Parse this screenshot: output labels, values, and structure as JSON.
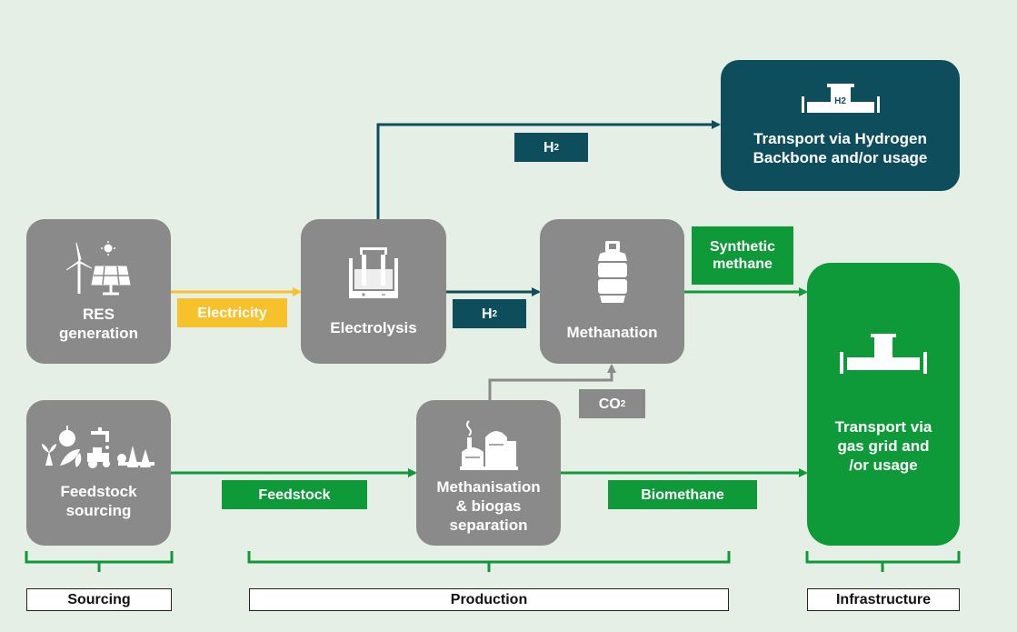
{
  "colors": {
    "background": "#e6efe5",
    "process_gray": "#8a8a8a",
    "hydrogen_teal": "#0e4d5c",
    "gas_green": "#0f9a3a",
    "electricity_yellow": "#f6c12b"
  },
  "nodes": {
    "res": {
      "line1": "RES",
      "line2": "generation",
      "icon": "wind-solar-icon"
    },
    "electrolysis": {
      "label": "Electrolysis",
      "icon": "electrolysis-cell-icon"
    },
    "methanation": {
      "label": "Methanation",
      "icon": "gas-cylinder-icon"
    },
    "feedstock": {
      "line1": "Feedstock",
      "line2": "sourcing",
      "icon": "feedstock-icon"
    },
    "methanisation": {
      "line1": "Methanisation",
      "line2": "& biogas",
      "line3": "separation",
      "icon": "biogas-plant-icon"
    },
    "hydrogen_backbone": {
      "line1": "Transport via Hydrogen",
      "line2": "Backbone and/or usage",
      "icon": "h2-pipeline-icon",
      "pipe_label": "H2"
    },
    "gas_grid": {
      "line1": "Transport via",
      "line2": "gas grid and",
      "line3": "/or usage",
      "icon": "gas-pipeline-icon"
    }
  },
  "flows": {
    "electricity": "Electricity",
    "h2_top": {
      "base": "H",
      "sub": "2"
    },
    "h2_mid": {
      "base": "H",
      "sub": "2"
    },
    "synthetic_methane": {
      "line1": "Synthetic",
      "line2": "methane"
    },
    "co2": {
      "base": "CO",
      "sub": "2"
    },
    "feedstock": "Feedstock",
    "biomethane": "Biomethane"
  },
  "phases": {
    "sourcing": "Sourcing",
    "production": "Production",
    "infrastructure": "Infrastructure"
  }
}
